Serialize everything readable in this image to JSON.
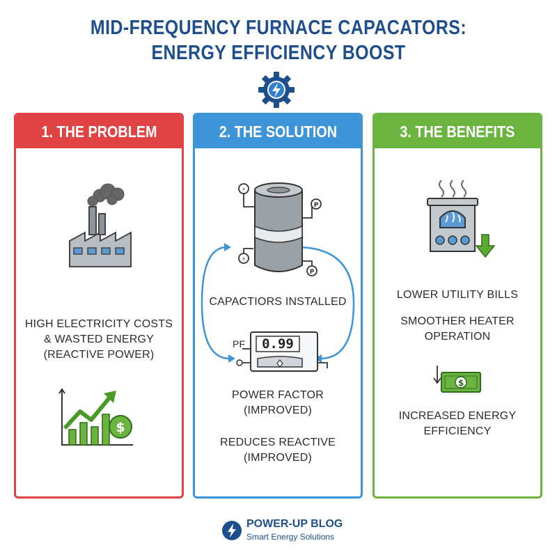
{
  "title": {
    "line1": "MID-FREQUENCY FURNACE CAPACATORS:",
    "line2": "ENERGY EFFICIENCY BOOST"
  },
  "colors": {
    "navy": "#1f4e8c",
    "problem": "#e04343",
    "solution": "#3d94d6",
    "benefits": "#6bb440"
  },
  "problem": {
    "header": "1. THE PROBLEM",
    "text": [
      "HIGH ELECTRICITY COSTS",
      "& WASTED ENERGY",
      "(REACTIVE POWER)"
    ],
    "icons": [
      "factory-icon",
      "rising-costs-chart-icon"
    ]
  },
  "solution": {
    "header": "2. THE SOLUTION",
    "capacitor_label": "CAPACTIORS INSTALLED",
    "meter_prefix": "PF",
    "meter_value": "0.99",
    "pf_text": [
      "POWER FACTOR",
      "(IMPROVED)"
    ],
    "reactive_text": [
      "REDUCES REACTIVE",
      "(IMPROVED)"
    ],
    "icons": [
      "capacitor-icon",
      "power-factor-meter-icon"
    ]
  },
  "benefits": {
    "header": "3. THE BENEFITS",
    "item1": "LOWER UTILITY BILLS",
    "item2": [
      "SMOOTHER HEATER",
      "OPERATION"
    ],
    "item3": [
      "INCREASED ENERGY",
      "EFFICIENCY"
    ],
    "icons": [
      "furnace-icon",
      "money-down-icon"
    ]
  },
  "footer": {
    "name": "POWER-UP BLOG",
    "tagline": "Smart Energy Solutions"
  }
}
